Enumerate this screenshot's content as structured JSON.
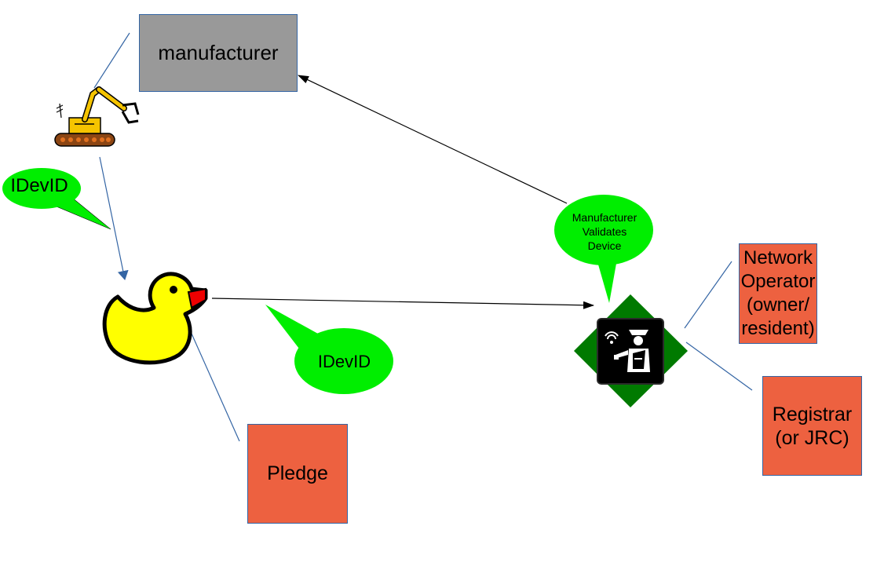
{
  "manufacturer": {
    "label": "manufacturer"
  },
  "pledge": {
    "label": "Pledge"
  },
  "network_operator": {
    "label": "Network\nOperator\n(owner/\nresident)"
  },
  "registrar": {
    "label": "Registrar\n(or JRC)"
  },
  "bubbles": {
    "idevid_top": "IDevID",
    "idevid_mid": "IDevID",
    "manufacturer_validates": "Manufacturer\nValidates\nDevice"
  },
  "icons": {
    "robot_arm": "robot-arm-icon",
    "duck": "rubber-duck-icon",
    "registrar": "customs-officer-icon"
  },
  "colors": {
    "manufacturer_box": "#999999",
    "entity_box": "#ed6140",
    "speech_bubble": "#00ee00",
    "registrar_diamond": "#007a00",
    "duck_body": "#ffff00",
    "duck_beak": "#ee0000",
    "connector_line": "#3465a4"
  }
}
